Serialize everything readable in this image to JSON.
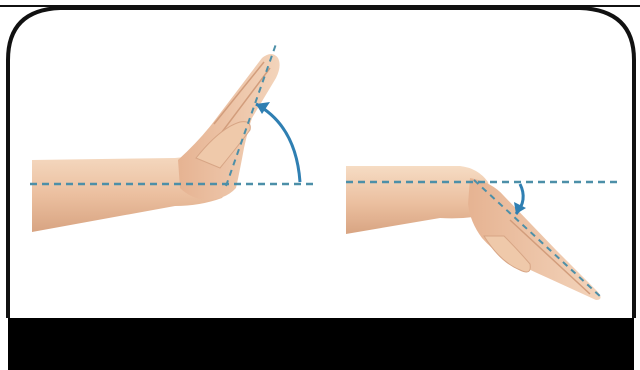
{
  "figure": {
    "panels": [
      {
        "id": "left",
        "caption": ""
      },
      {
        "id": "right",
        "caption": ""
      }
    ],
    "colors": {
      "frame": "#111111",
      "skin_light": "#f3d2b6",
      "skin_mid": "#e8b896",
      "skin_shadow": "#cf9a78",
      "guide_line": "#4c8fa8",
      "angle_arc": "#2f7fb2",
      "redaction_bar": "#000000"
    },
    "icons": [
      "extension-hand",
      "flexion-hand",
      "angle-arc"
    ]
  }
}
